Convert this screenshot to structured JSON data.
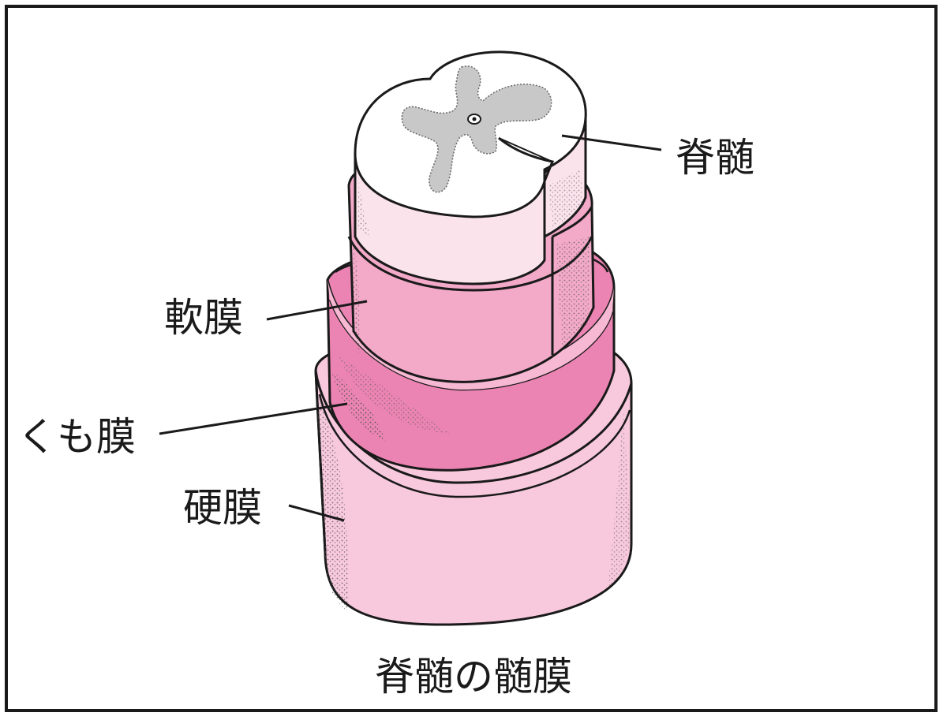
{
  "labels": {
    "spinal_cord": "脊髄",
    "pia_mater": "軟膜",
    "arachnoid": "くも膜",
    "dura_mater": "硬膜"
  },
  "caption": "脊髄の髄膜",
  "colors": {
    "cord_white": "#ffffff",
    "gray_matter": "#c8c8c8",
    "cord_side": "#fbe3ec",
    "pia": "#f3a9c8",
    "arachnoid": "#ec84b3",
    "dura": "#f8c9dd",
    "outline": "#1a1a1a"
  }
}
